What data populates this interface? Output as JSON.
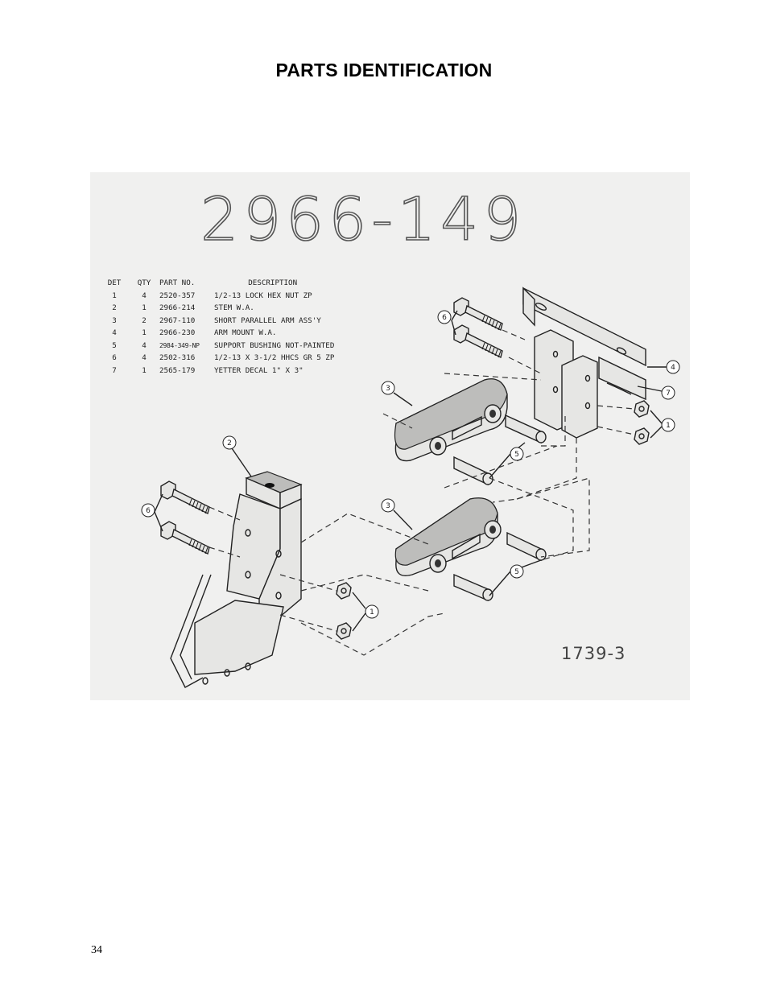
{
  "page": {
    "title": "PARTS IDENTIFICATION",
    "number": "34"
  },
  "figure": {
    "part_number": "2966-149",
    "drawing_number": "1739-3",
    "table": {
      "headers": {
        "det": "DET",
        "qty": "QTY",
        "part": "PART NO.",
        "desc": "DESCRIPTION"
      },
      "rows": [
        {
          "det": "1",
          "qty": "4",
          "part": "2520-357",
          "desc": "1/2-13 LOCK HEX NUT ZP"
        },
        {
          "det": "2",
          "qty": "1",
          "part": "2966-214",
          "desc": "STEM W.A."
        },
        {
          "det": "3",
          "qty": "2",
          "part": "2967-110",
          "desc": "SHORT PARALLEL ARM ASS'Y"
        },
        {
          "det": "4",
          "qty": "1",
          "part": "2966-230",
          "desc": "ARM MOUNT W.A."
        },
        {
          "det": "5",
          "qty": "4",
          "part": "2984-349-NP",
          "desc": "SUPPORT BUSHING NOT-PAINTED"
        },
        {
          "det": "6",
          "qty": "4",
          "part": "2502-316",
          "desc": "1/2-13 X 3-1/2 HHCS GR 5 ZP"
        },
        {
          "det": "7",
          "qty": "1",
          "part": "2565-179",
          "desc": "YETTER DECAL 1\" X 3\""
        }
      ]
    },
    "callouts": {
      "c1a": "1",
      "c1b": "1",
      "c2": "2",
      "c3a": "3",
      "c3b": "3",
      "c4": "4",
      "c5a": "5",
      "c5b": "5",
      "c6a": "6",
      "c6b": "6",
      "c7": "7"
    }
  }
}
